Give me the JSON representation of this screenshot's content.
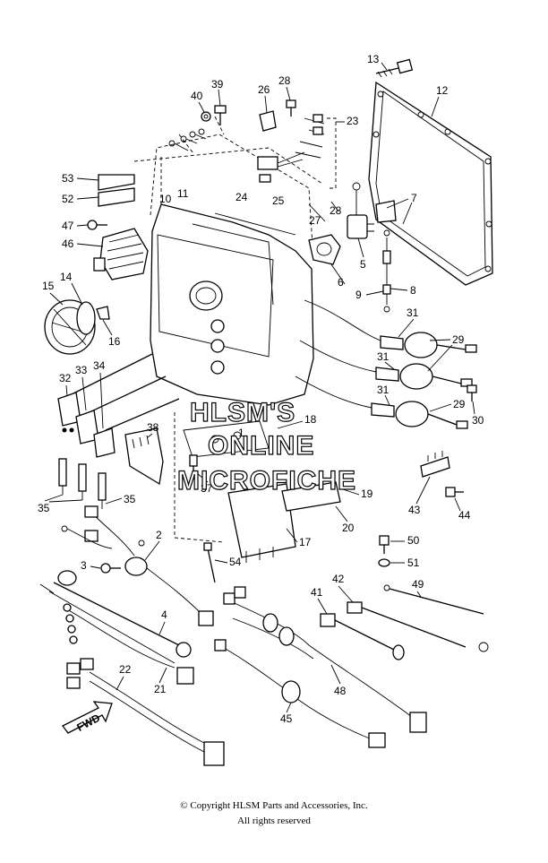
{
  "watermark": {
    "line1": "HLSM'S",
    "line2": "ONLINE",
    "line3": "MICROFICHE"
  },
  "arrow_label": "FWD",
  "callouts": [
    {
      "id": "c13",
      "text": "13"
    },
    {
      "id": "c12",
      "text": "12"
    },
    {
      "id": "c39",
      "text": "39"
    },
    {
      "id": "c28a",
      "text": "28"
    },
    {
      "id": "c40",
      "text": "40"
    },
    {
      "id": "c26",
      "text": "26"
    },
    {
      "id": "c23",
      "text": "23"
    },
    {
      "id": "c53",
      "text": "53"
    },
    {
      "id": "c52",
      "text": "52"
    },
    {
      "id": "c24",
      "text": "24"
    },
    {
      "id": "c25",
      "text": "25"
    },
    {
      "id": "c10",
      "text": "10"
    },
    {
      "id": "c11",
      "text": "11"
    },
    {
      "id": "c27",
      "text": "27"
    },
    {
      "id": "c28b",
      "text": "28"
    },
    {
      "id": "c7",
      "text": "7"
    },
    {
      "id": "c47",
      "text": "47"
    },
    {
      "id": "c46",
      "text": "46"
    },
    {
      "id": "c5",
      "text": "5"
    },
    {
      "id": "c14",
      "text": "14"
    },
    {
      "id": "c15",
      "text": "15"
    },
    {
      "id": "c6",
      "text": "6"
    },
    {
      "id": "c9",
      "text": "9"
    },
    {
      "id": "c8",
      "text": "8"
    },
    {
      "id": "c16",
      "text": "16"
    },
    {
      "id": "c31a",
      "text": "31"
    },
    {
      "id": "c29a",
      "text": "29"
    },
    {
      "id": "c31b",
      "text": "31"
    },
    {
      "id": "c32",
      "text": "32"
    },
    {
      "id": "c33",
      "text": "33"
    },
    {
      "id": "c34",
      "text": "34"
    },
    {
      "id": "c31c",
      "text": "31"
    },
    {
      "id": "c30",
      "text": "30"
    },
    {
      "id": "c29b",
      "text": "29"
    },
    {
      "id": "c38",
      "text": "38"
    },
    {
      "id": "c1",
      "text": "1"
    },
    {
      "id": "c18",
      "text": "18"
    },
    {
      "id": "c37",
      "text": "37"
    },
    {
      "id": "c35a",
      "text": "35"
    },
    {
      "id": "c35b",
      "text": "35"
    },
    {
      "id": "c19",
      "text": "19"
    },
    {
      "id": "c43",
      "text": "43"
    },
    {
      "id": "c44",
      "text": "44"
    },
    {
      "id": "c20",
      "text": "20"
    },
    {
      "id": "c2",
      "text": "2"
    },
    {
      "id": "c17",
      "text": "17"
    },
    {
      "id": "c50",
      "text": "50"
    },
    {
      "id": "c3",
      "text": "3"
    },
    {
      "id": "c54",
      "text": "54"
    },
    {
      "id": "c51",
      "text": "51"
    },
    {
      "id": "c42",
      "text": "42"
    },
    {
      "id": "c41",
      "text": "41"
    },
    {
      "id": "c49",
      "text": "49"
    },
    {
      "id": "c4",
      "text": "4"
    },
    {
      "id": "c22",
      "text": "22"
    },
    {
      "id": "c21",
      "text": "21"
    },
    {
      "id": "c48",
      "text": "48"
    },
    {
      "id": "c45",
      "text": "45"
    }
  ],
  "footer": {
    "copyright": "© Copyright HLSM Parts and Accessories, Inc.",
    "rights": "All rights reserved"
  }
}
